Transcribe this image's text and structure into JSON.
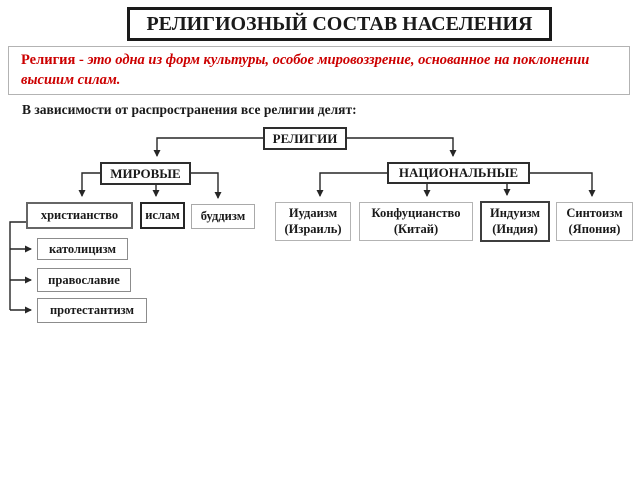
{
  "slide": {
    "title": "РЕЛИГИОЗНЫЙ СОСТАВ НАСЕЛЕНИЯ",
    "definition": {
      "term": "Религия - ",
      "body": "это одна из форм культуры, особое мировоззрение, основанное на поклонении высшим силам.",
      "color": "#cc0000"
    },
    "intro": "В зависимости от распространения все религии делят:"
  },
  "diagram": {
    "root": {
      "label": "РЕЛИГИИ"
    },
    "world": {
      "label": "МИРОВЫЕ"
    },
    "national": {
      "label": "НАЦИОНАЛЬНЫЕ"
    },
    "world_religions": [
      {
        "label": "христианство"
      },
      {
        "label": "ислам"
      },
      {
        "label": "буддизм"
      }
    ],
    "christianity_branches": [
      {
        "label": "католицизм"
      },
      {
        "label": "православие"
      },
      {
        "label": "протестантизм"
      }
    ],
    "national_religions": [
      {
        "name": "Иудаизм",
        "country": "(Израиль)"
      },
      {
        "name": "Конфуцианство",
        "country": "(Китай)"
      },
      {
        "name": "Индуизм",
        "country": "(Индия)"
      },
      {
        "name": "Синтоизм",
        "country": "(Япония)"
      }
    ],
    "connector_color": "#262626"
  }
}
